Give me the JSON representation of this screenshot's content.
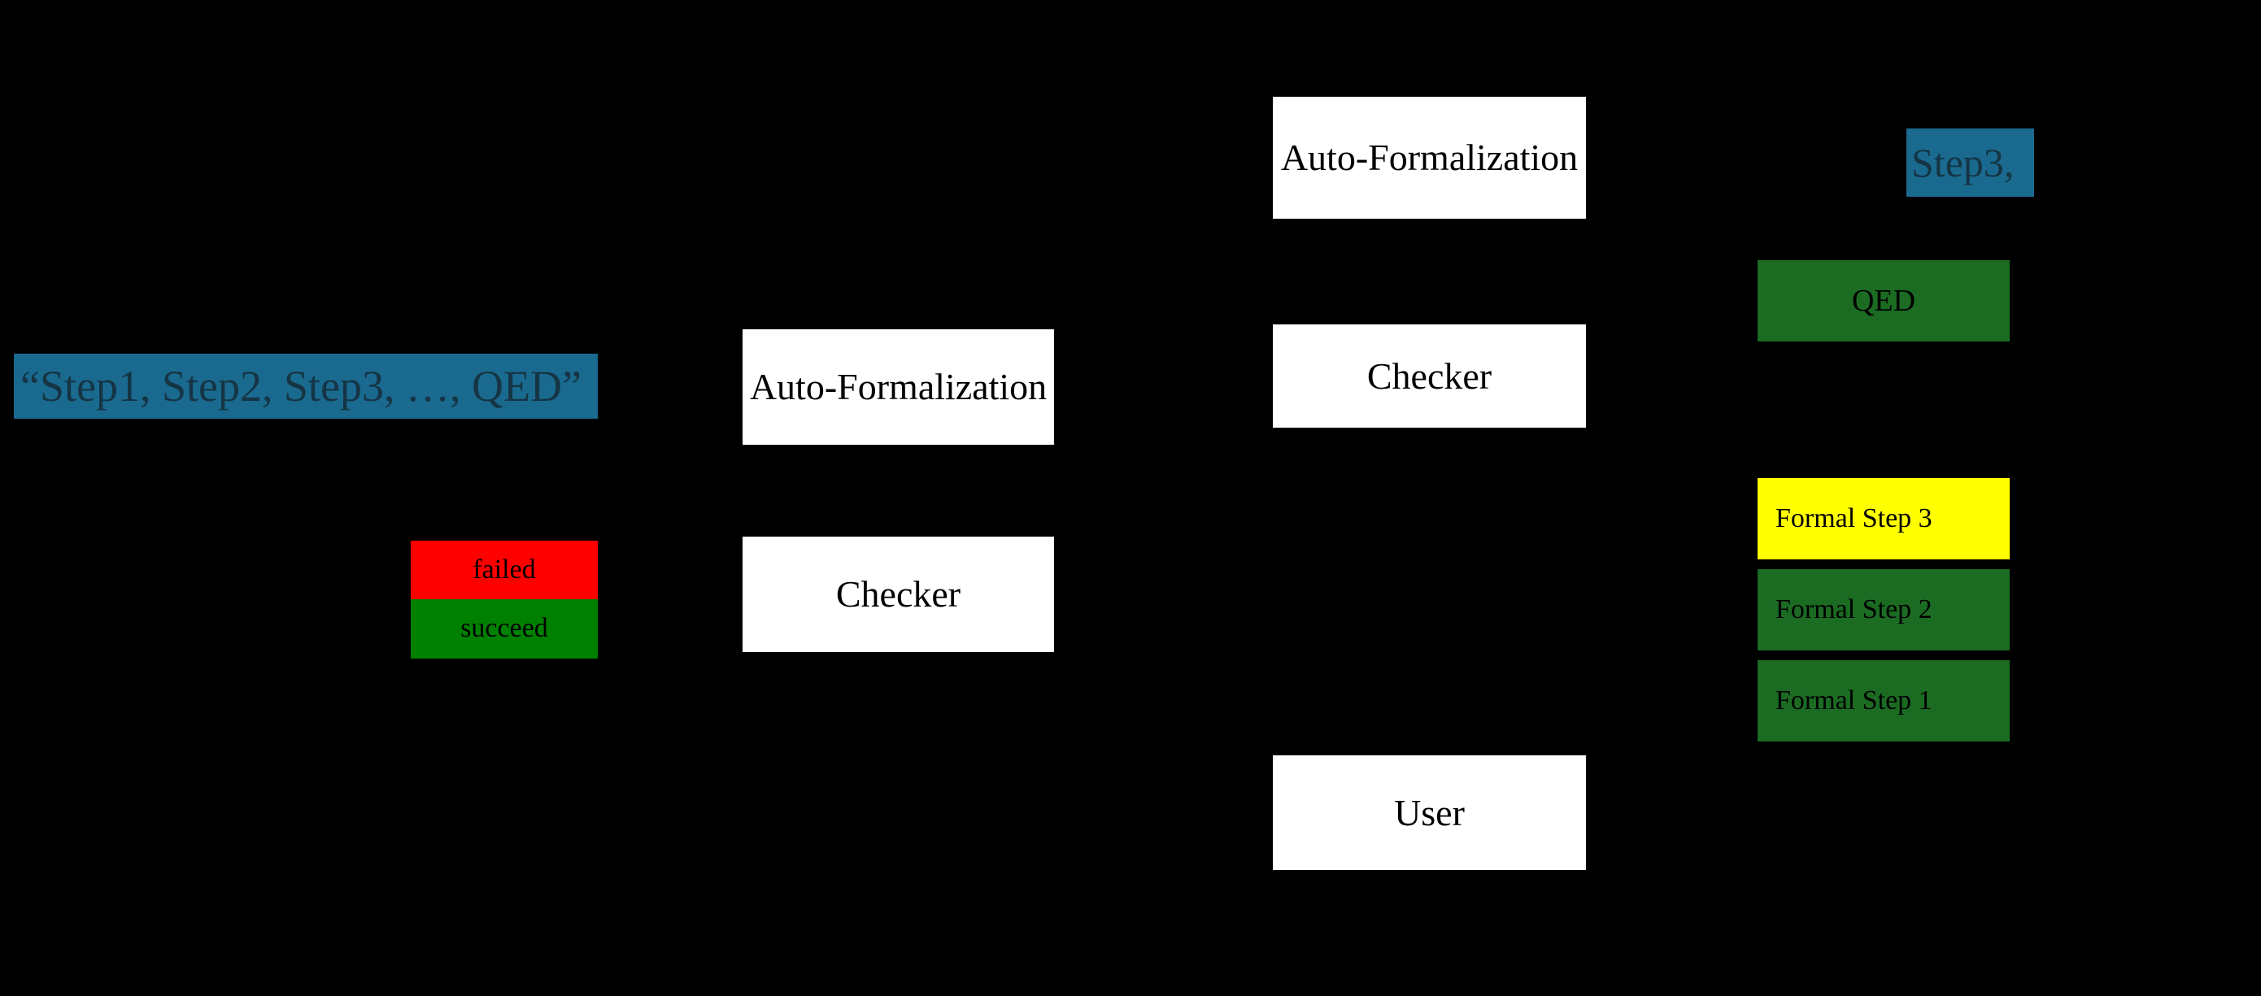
{
  "diagram": {
    "background_color": "#000000",
    "palette": {
      "informal_blue": "#1a6a8f",
      "informal_blue_text": "#153545",
      "verified_green": "#1b6b23",
      "legend_green": "#008000",
      "legend_red": "#ff0000",
      "active_yellow": "#ffff00",
      "module_white": "#ffffff"
    },
    "informal_proof": {
      "label": "“Step1, Step2, Step3, …, QED”"
    },
    "legend": {
      "failed_label": "failed",
      "succeed_label": "succeed"
    },
    "pipeline_stage_1": {
      "autoformalization_label": "Auto-Formalization",
      "checker_label": "Checker"
    },
    "pipeline_stage_2": {
      "autoformalization_label": "Auto-Formalization",
      "checker_label": "Checker",
      "user_label": "User"
    },
    "formal_stack": {
      "remaining_informal_label": "Step3,",
      "qed_label": "QED",
      "steps": [
        {
          "label": "Formal Step 3",
          "state": "active"
        },
        {
          "label": "Formal Step 2",
          "state": "verified"
        },
        {
          "label": "Formal Step 1",
          "state": "verified"
        }
      ]
    }
  }
}
